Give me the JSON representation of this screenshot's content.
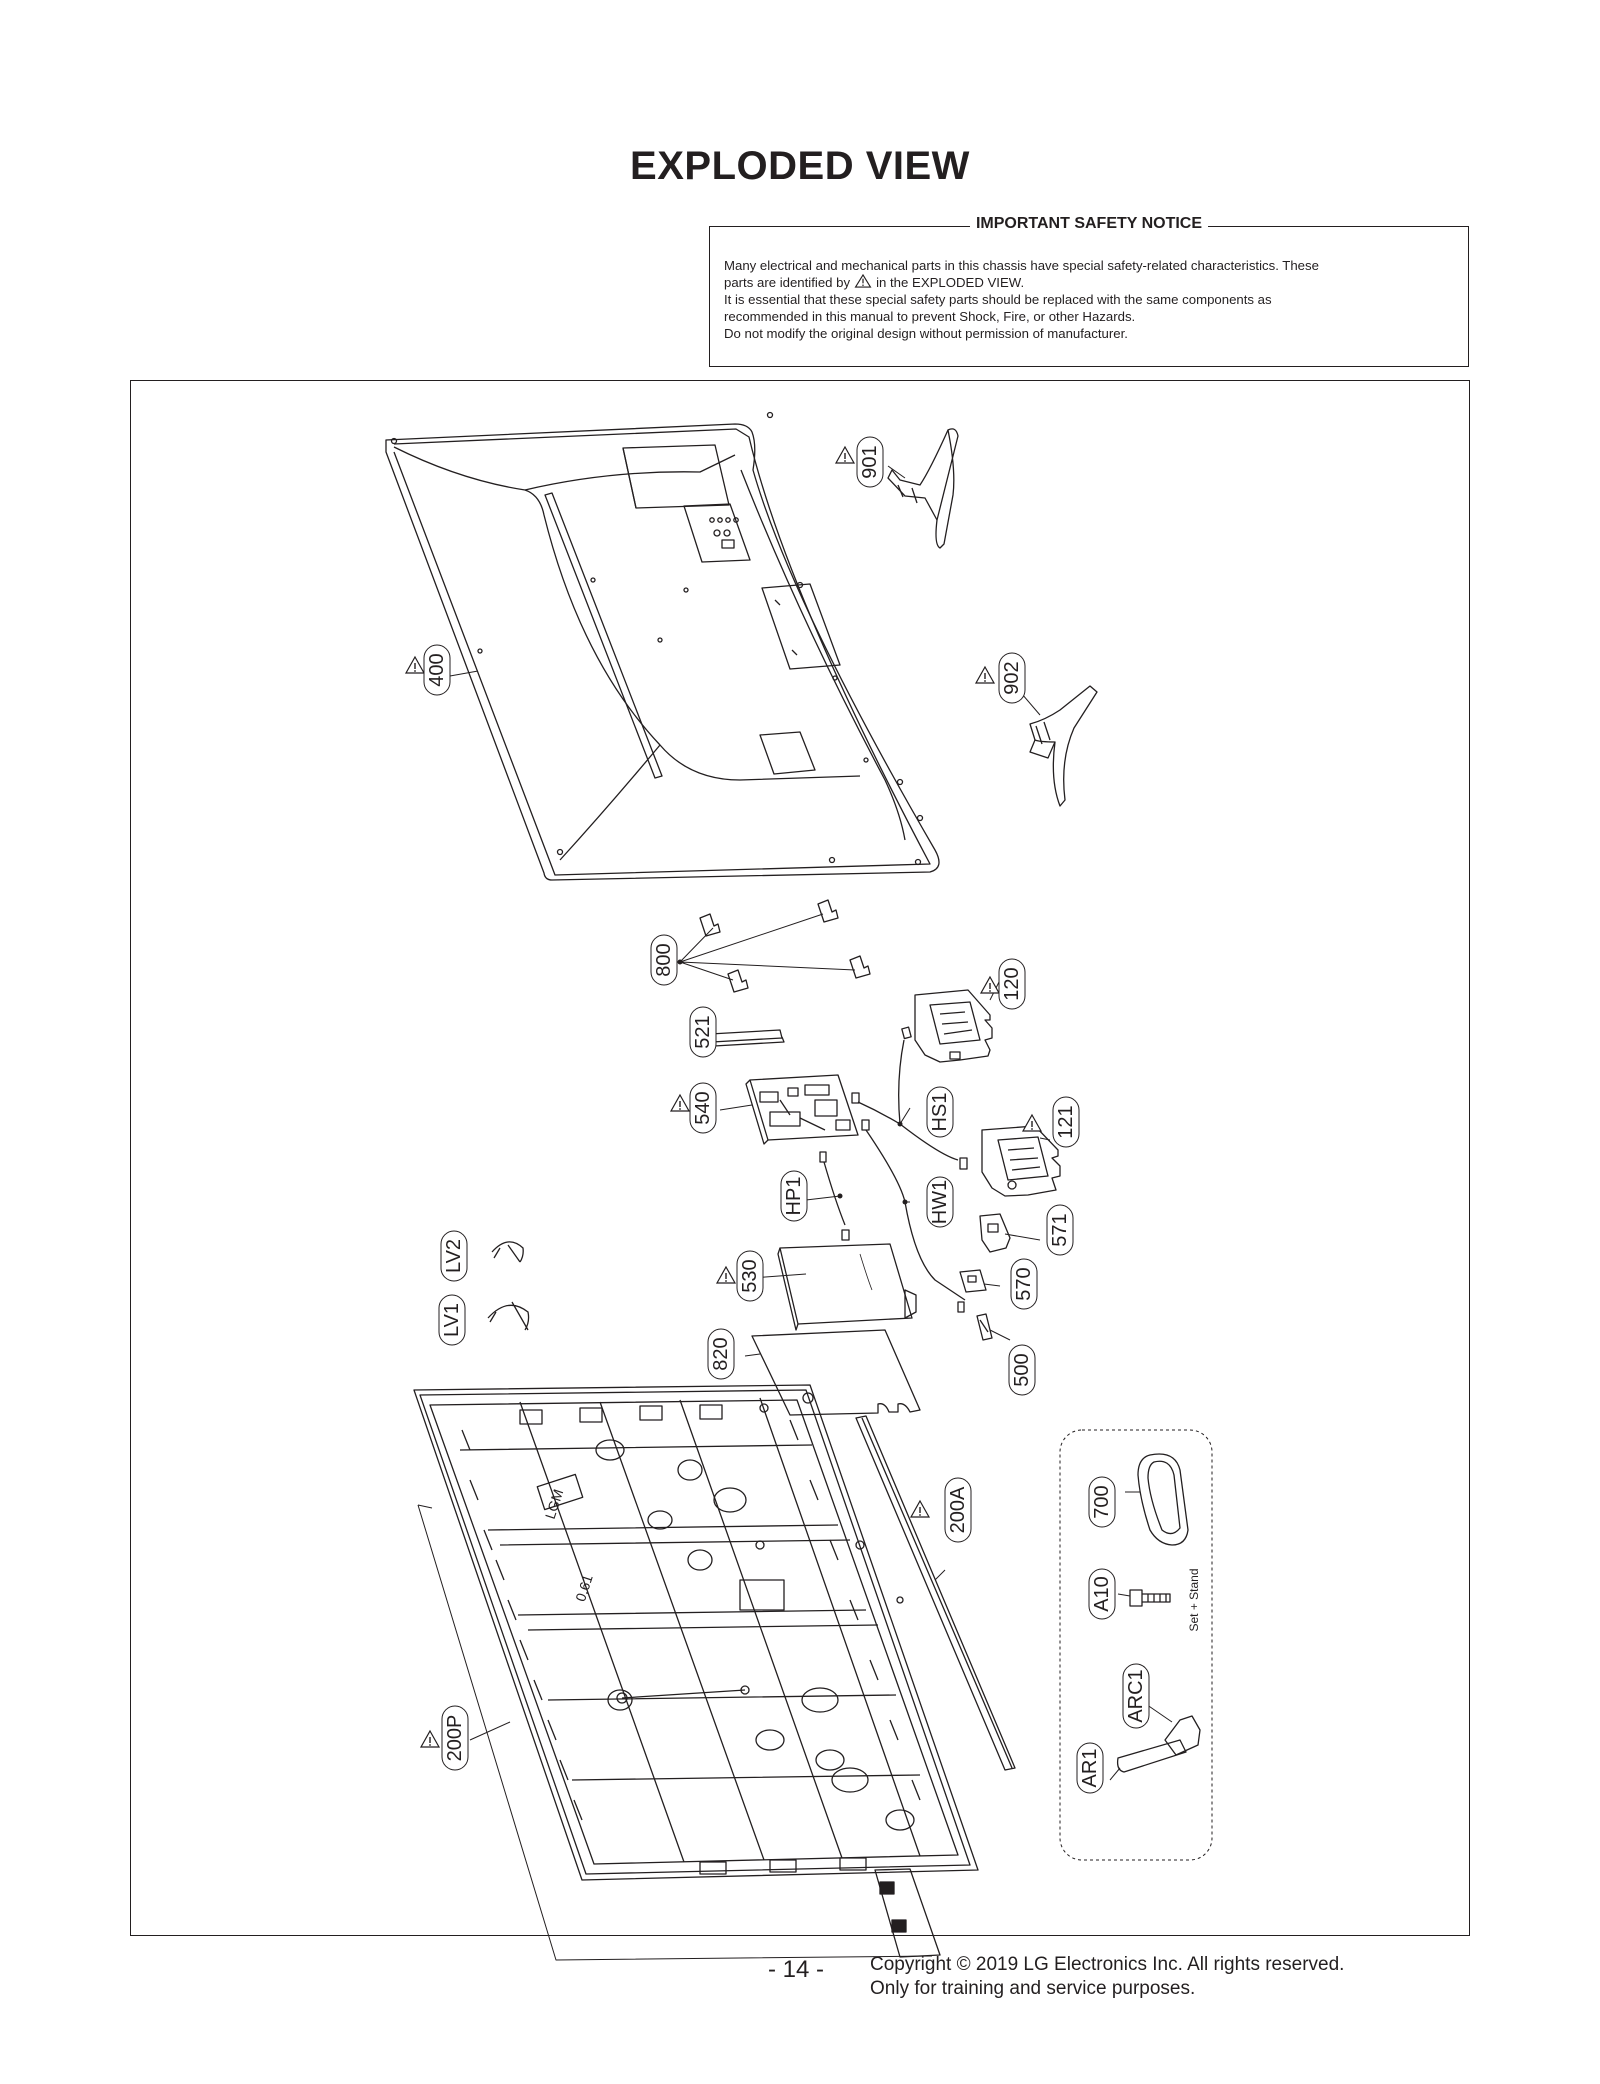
{
  "title": "EXPLODED VIEW",
  "safety_notice": {
    "heading": "IMPORTANT SAFETY NOTICE",
    "line1": "Many electrical and mechanical parts in this chassis have special safety-related characteristics. These",
    "line2_pre": "parts are identified by",
    "line2_post": "in the EXPLODED VIEW.",
    "line3": "It is essential that these special safety parts should be replaced with the same components as",
    "line4": "recommended in this manual to prevent Shock, Fire, or other Hazards.",
    "line5": "Do not modify the original design without permission of manufacturer."
  },
  "part_labels": {
    "p901": "901",
    "p902": "902",
    "p400": "400",
    "p800": "800",
    "p120": "120",
    "p521": "521",
    "p540": "540",
    "pHS1": "HS1",
    "p121": "121",
    "pHP1": "HP1",
    "pHW1": "HW1",
    "p571": "571",
    "pLV2": "LV2",
    "pLV1": "LV1",
    "p530": "530",
    "p570": "570",
    "p820": "820",
    "p500": "500",
    "p200A": "200A",
    "p700": "700",
    "pA10": "A10",
    "pARC1": "ARC1",
    "pAR1": "AR1",
    "p200P": "200P"
  },
  "accessory_note": "Set + Stand",
  "panel_marks": {
    "lgm": "LGM",
    "size": "0.61"
  },
  "footer": {
    "page": "- 14 -",
    "copyright": "Copyright © 2019 LG Electronics Inc. All rights reserved.",
    "purpose": "Only for training and service purposes."
  }
}
